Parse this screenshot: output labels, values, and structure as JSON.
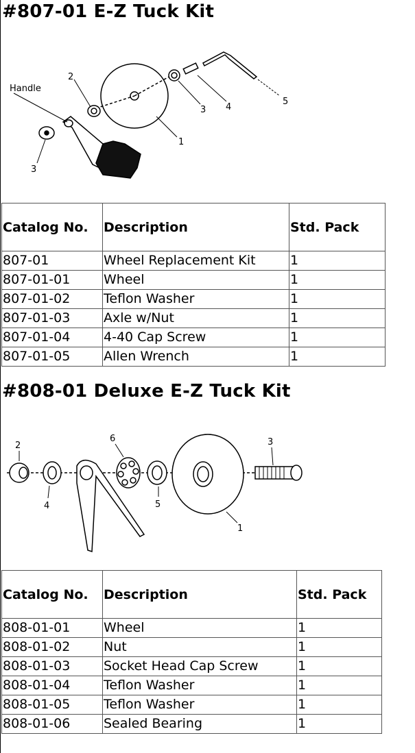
{
  "kit1": {
    "title": "#807-01 E-Z Tuck Kit",
    "diagram": {
      "label_handle": "Handle",
      "callouts": [
        "2",
        "3",
        "4",
        "5",
        "1",
        "3"
      ]
    },
    "headers": [
      "Catalog No.",
      "Description",
      "Std. Pack"
    ],
    "rows": [
      [
        "807-01",
        "Wheel Replacement Kit",
        "1"
      ],
      [
        "807-01-01",
        "Wheel",
        "1"
      ],
      [
        "807-01-02",
        "Teflon Washer",
        "1"
      ],
      [
        "807-01-03",
        "Axle w/Nut",
        "1"
      ],
      [
        "807-01-04",
        "4-40 Cap Screw",
        "1"
      ],
      [
        "807-01-05",
        "Allen Wrench",
        "1"
      ]
    ]
  },
  "kit2": {
    "title": "#808-01 Deluxe E-Z Tuck Kit",
    "diagram": {
      "callouts": [
        "2",
        "6",
        "3",
        "4",
        "5",
        "1"
      ]
    },
    "headers": [
      "Catalog No.",
      "Description",
      "Std. Pack"
    ],
    "rows": [
      [
        "808-01-01",
        "Wheel",
        "1"
      ],
      [
        "808-01-02",
        "Nut",
        "1"
      ],
      [
        "808-01-03",
        "Socket Head Cap Screw",
        "1"
      ],
      [
        "808-01-04",
        "Teflon Washer",
        "1"
      ],
      [
        "808-01-05",
        "Teflon Washer",
        "1"
      ],
      [
        "808-01-06",
        "Sealed Bearing",
        "1"
      ]
    ]
  }
}
